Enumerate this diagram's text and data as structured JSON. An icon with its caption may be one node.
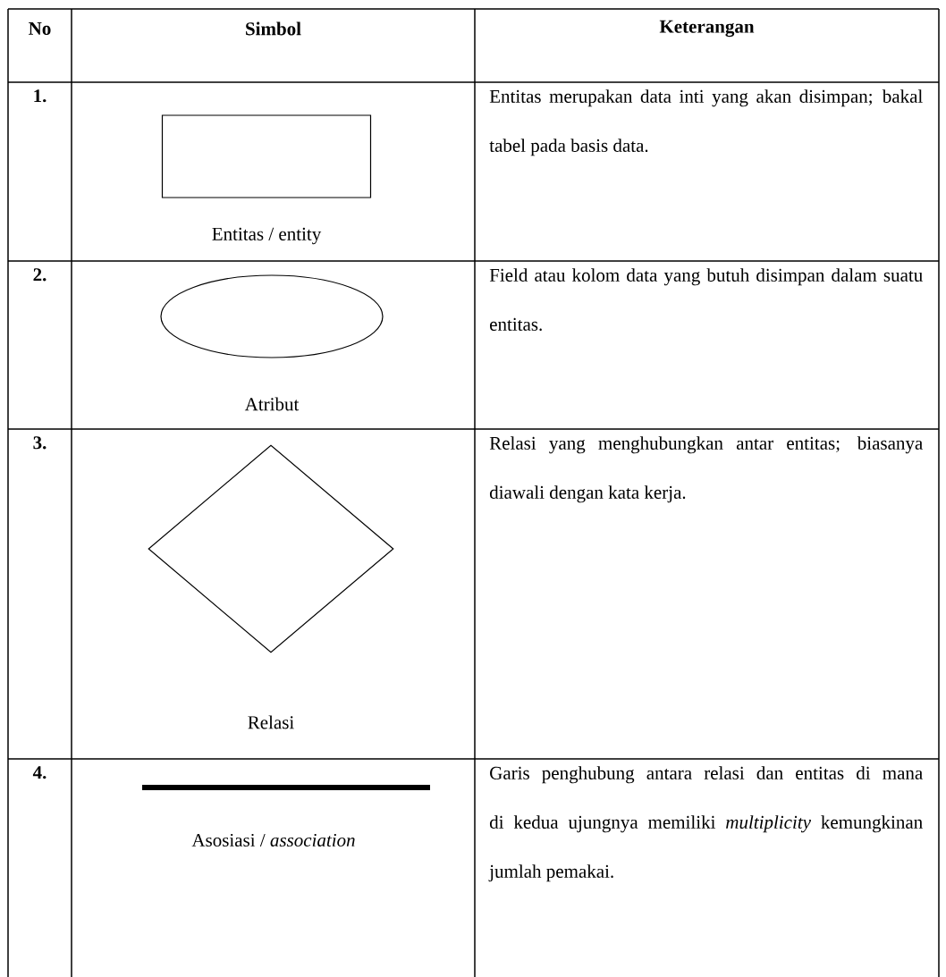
{
  "diagram": {
    "nodes": [
      {
        "text": [],
        "shape": "box",
        "beside": [
          "Entitas / entity"
        ]
      },
      {
        "text": [],
        "shape": "ellipse",
        "beside": [
          "Atribut"
        ]
      },
      {
        "text": [],
        "shape": "diamond",
        "beside": [
          "Relasi"
        ]
      },
      {
        "text": [],
        "shape": "line",
        "beside": [
          "Asosiasi / *association*"
        ]
      }
    ],
    "edges": [],
    "labels": [
      "No",
      "Simbol",
      "Keterangan",
      "1.",
      "Entitas merupakan data inti yang akan disimpan; bakal tabel pada basis data.",
      "2.",
      "Field atau kolom data yang butuh disimpan dalam suatu entitas.",
      "3.",
      "Relasi yang menghubungkan antar entitas; biasanya diawali dengan kata kerja.",
      "4.",
      "Garis penghubung antara relasi dan entitas di mana di kedua ujungnya memiliki *multiplicity* kemungkinan jumlah pemakai."
    ]
  }
}
